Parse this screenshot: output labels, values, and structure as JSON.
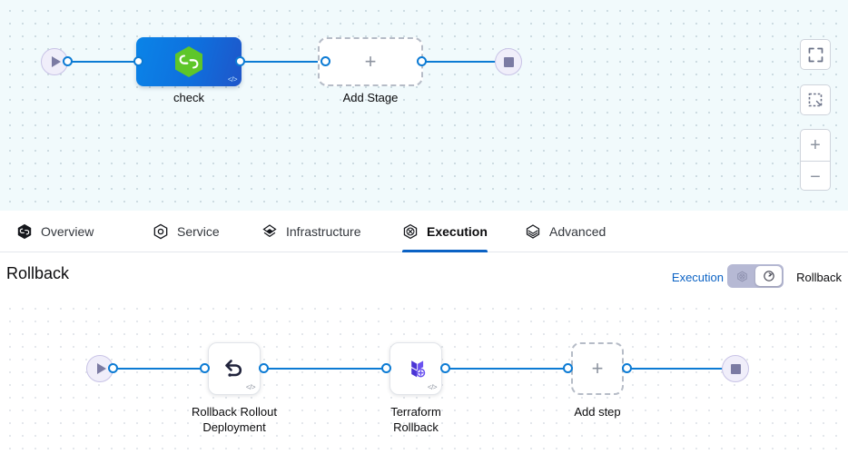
{
  "pipeline_top": {
    "start_node": {
      "icon": "play-icon",
      "name": "start-node"
    },
    "end_node": {
      "icon": "stop-icon",
      "name": "end-node"
    },
    "stages": [
      {
        "label": "check",
        "icon": "harness-hexagon-icon",
        "badge": "</>",
        "type": "stage"
      },
      {
        "label": "Add Stage",
        "icon": "plus-icon",
        "type": "add"
      }
    ]
  },
  "toolbar": {
    "fit_screen_label": "fit-to-screen",
    "select_label": "marquee-select",
    "zoom_in_label": "+",
    "zoom_out_label": "−"
  },
  "tabs": [
    {
      "label": "Overview",
      "icon": "harness-hexagon-icon",
      "active": false
    },
    {
      "label": "Service",
      "icon": "service-hexagon-icon",
      "active": false
    },
    {
      "label": "Infrastructure",
      "icon": "infrastructure-layers-icon",
      "active": false
    },
    {
      "label": "Execution",
      "icon": "execution-icon",
      "active": true
    },
    {
      "label": "Advanced",
      "icon": "advanced-layers-icon",
      "active": false
    }
  ],
  "rollback_section": {
    "title": "Rollback",
    "toggle": {
      "left_label": "Execution",
      "right_label": "Rollback",
      "left_icon": "execution-icon",
      "right_icon": "rollback-arrow-icon",
      "selected": "Rollback"
    }
  },
  "pipeline_bottom": {
    "start_node": {
      "icon": "play-icon",
      "name": "start-node"
    },
    "end_node": {
      "icon": "stop-icon",
      "name": "end-node"
    },
    "steps": [
      {
        "label": "Rollback Rollout\nDeployment",
        "icon": "rollback-arrow-icon",
        "badge": "</>",
        "type": "step"
      },
      {
        "label": "Terraform\nRollback",
        "icon": "terraform-icon",
        "badge": "</>",
        "type": "step"
      },
      {
        "label": "Add step",
        "icon": "plus-icon",
        "type": "add"
      }
    ]
  },
  "colors": {
    "accent_blue": "#0b62c4",
    "edge_blue": "#0c7bd4",
    "stage_blue": "#0f6fdd",
    "harness_green": "#5ec629",
    "terraform_purple": "#5c3ee8",
    "canvas_top_bg": "#f1fafc",
    "canvas_bottom_bg": "#ffffff"
  }
}
